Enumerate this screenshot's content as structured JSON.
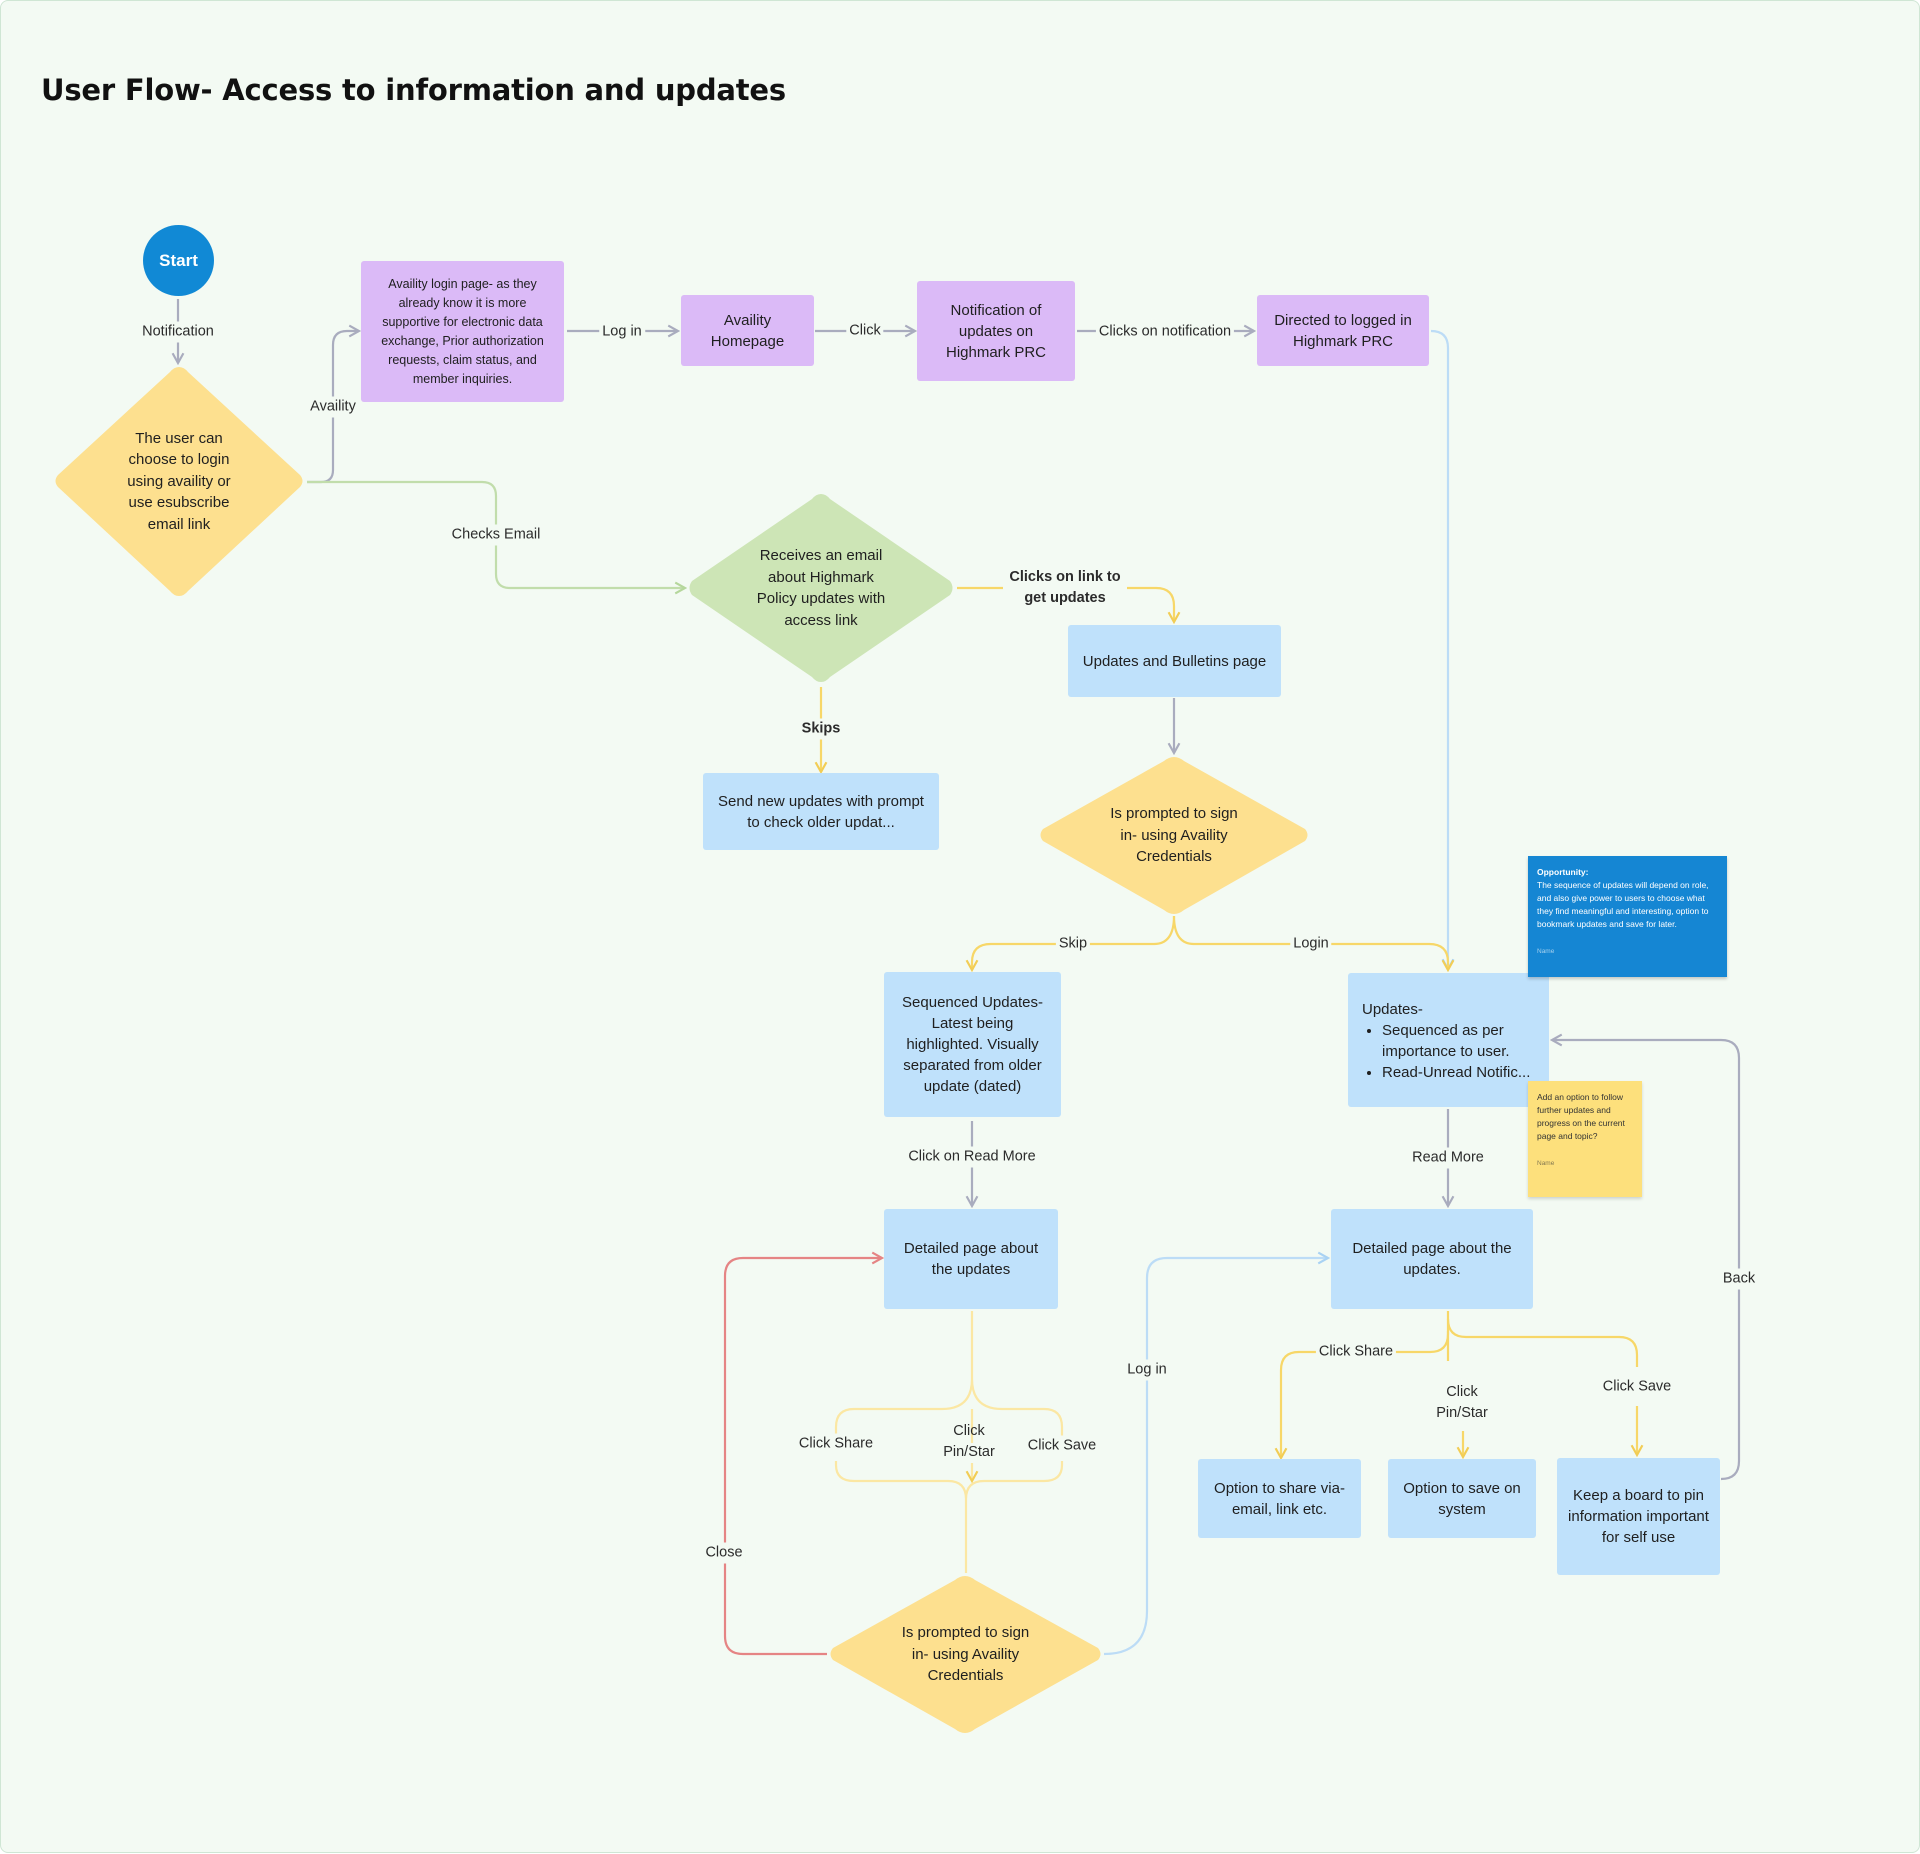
{
  "title": "User Flow- Access to information and updates",
  "colors": {
    "background": "#f3faf3",
    "purple_box": "#dbbaf7",
    "blue_box": "#bfe1fb",
    "yellow_decision": "#fde08f",
    "green_decision": "#cde5b6",
    "start": "#1189d5",
    "edge_gray": "#a9acbe",
    "edge_yellow": "#f7d768",
    "edge_green": "#c1ddab",
    "edge_blue": "#bcdcf6",
    "edge_red": "#e58484"
  },
  "nodes": {
    "start": "Start",
    "choice": "The user can choose to login using availity or use esubscribe email link",
    "availity_login": "Availity login page- as they already know it is more supportive for electronic data exchange, Prior authorization requests, claim status, and member inquiries.",
    "availity_home": "Availity Homepage",
    "notification_updates": "Notification of updates on Highmark PRC",
    "directed_prc": "Directed to logged in Highmark PRC",
    "receives_email": "Receives an email about Highmark Policy updates with access link",
    "send_new_updates": "Send new updates with prompt to check older updat...",
    "updates_bulletins": "Updates and Bulletins page",
    "prompt_sign_in_1": "Is prompted to sign in- using Availity Credentials",
    "sequenced_updates": "Sequenced Updates- Latest being highlighted. Visually separated from older update (dated)",
    "updates_list": {
      "heading": "Updates-",
      "items": [
        "Sequenced as per importance to user.",
        "Read-Unread Notific..."
      ]
    },
    "detailed_left": "Detailed page about the updates",
    "detailed_right": "Detailed page about the updates.",
    "prompt_sign_in_2": "Is prompted to sign in- using Availity Credentials",
    "option_share": "Option to share via- email, link etc.",
    "option_save": "Option to save on system",
    "keep_board": "Keep a board to pin information important for self use"
  },
  "edge_labels": {
    "notification": "Notification",
    "availity": "Availity",
    "log_in": "Log in",
    "click": "Click",
    "clicks_on_notification": "Clicks on notification",
    "checks_email": "Checks Email",
    "clicks_on_link": "Clicks on link to get updates",
    "skips": "Skips",
    "skip": "Skip",
    "login": "Login",
    "click_read_more": "Click on Read More",
    "read_more": "Read More",
    "click_share_left": "Click Share",
    "click_pin_left": "Click Pin/Star",
    "click_save_left": "Click Save",
    "close": "Close",
    "log_in_2": "Log in",
    "click_share_right": "Click Share",
    "click_pin_right": "Click Pin/Star",
    "click_save_right": "Click Save",
    "back": "Back"
  },
  "stickies": {
    "opportunity": {
      "title": "Opportunity:",
      "text": "The sequence of updates will depend on role, and also give power to users to choose what they find meaningful and interesting, option to bookmark updates and save for later.",
      "author": "Name"
    },
    "follow_note": {
      "text": "Add an option to follow further updates and progress on the current page and topic?",
      "author": "Name"
    }
  }
}
